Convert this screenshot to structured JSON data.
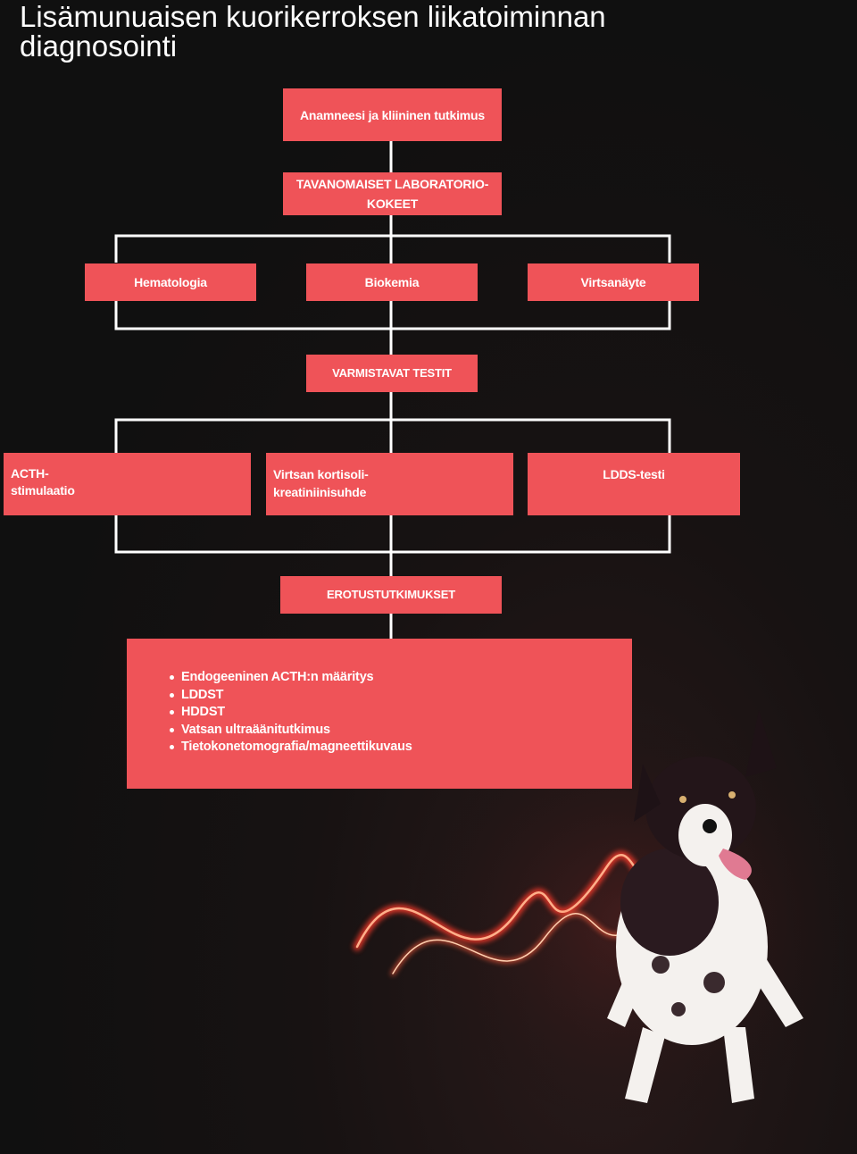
{
  "title_lines": [
    "Lisämunuaisen kuorikerroksen liikatoiminnan",
    "diagnosointi"
  ],
  "colors": {
    "box": "#ef5358",
    "connector": "#ffffff",
    "background": "#121212"
  },
  "nodes": {
    "anamnesis": "Anamneesi ja kliininen tutkimus",
    "lab_tests": [
      "TAVANOMAISET LABORATORIO-",
      "KOKEET"
    ],
    "hematology": "Hematologia",
    "biochemistry": "Biokemia",
    "urine_sample": "Virtsanäyte",
    "confirmatory": "VARMISTAVAT TESTIT",
    "acth": [
      "ACTH-",
      "stimulaatio"
    ],
    "cortisol_ratio": [
      "Virtsan kortisoli-",
      "kreatiniinisuhde"
    ],
    "ldds": "LDDS-testi",
    "differential": "EROTUSTUTKIMUKSET",
    "differential_items": [
      "Endogeeninen ACTH:n määritys",
      "LDDST",
      "HDDST",
      "Vatsan ultraäänitutkimus",
      "Tietokonetomografia/magneettikuvaus"
    ]
  },
  "illustration": {
    "icon": "running-dog-with-light-trail"
  }
}
